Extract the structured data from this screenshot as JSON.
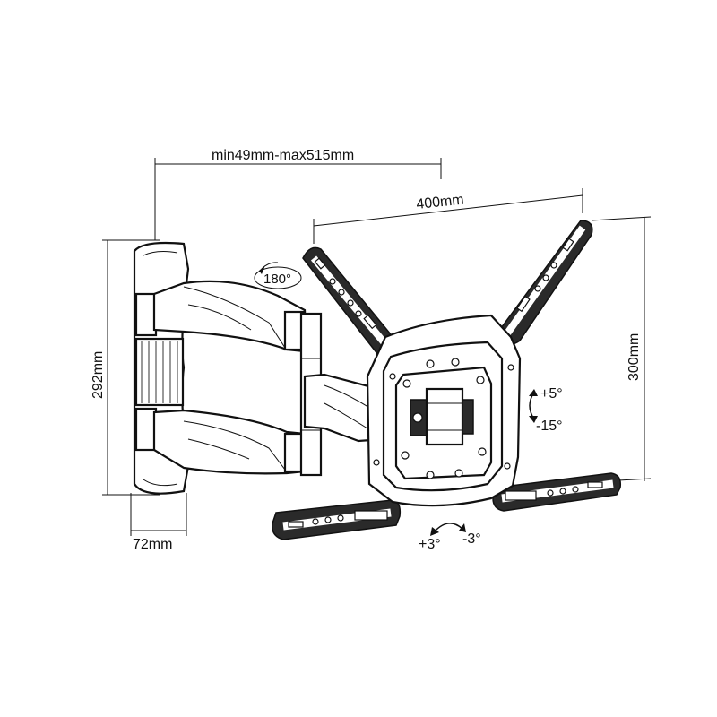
{
  "dimensions": {
    "arm_extension": "min49mm-max515mm",
    "vesa_width": "400mm",
    "vesa_height": "300mm",
    "plate_height": "292mm",
    "plate_depth": "72mm"
  },
  "adjustments": {
    "swivel": "180°",
    "tilt_up": "+5°",
    "tilt_down": "-15°",
    "level_plus": "+3°",
    "level_minus": "-3°"
  }
}
